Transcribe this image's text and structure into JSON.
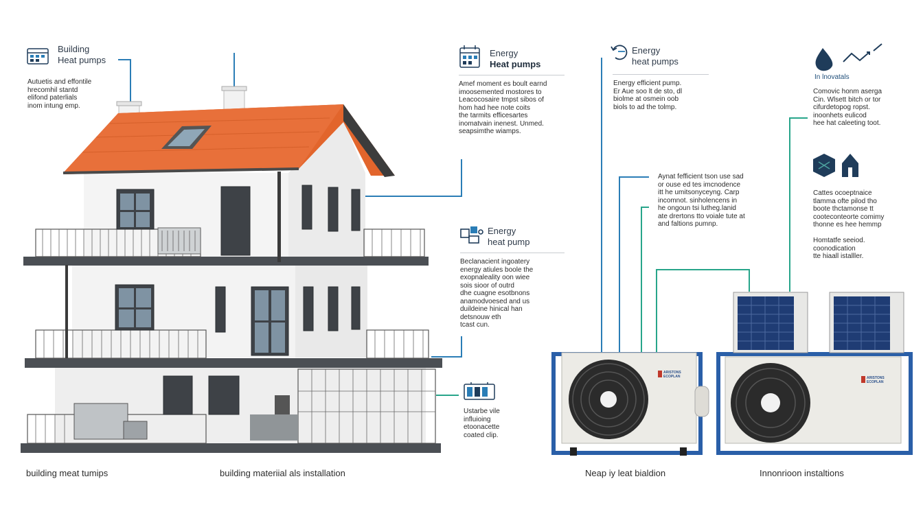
{
  "colors": {
    "blue_line": "#2a7db6",
    "teal_line": "#27a58a",
    "roof": "#e2652c",
    "frame": "#2a5fa8"
  },
  "panels": [
    {
      "id": "p1",
      "icon": "calendar-grid-icon",
      "title1": "Building",
      "title2": "Heat pumps",
      "body": "Autuetis and effontile\nhrecomhil  stantd\nelifond paterlials\ninom intung emp."
    },
    {
      "id": "p2",
      "icon": "calendar-grid-icon",
      "title1": "Energy",
      "title2": "Heat pumps",
      "body": "Amef moment es boult earnd\nimoosemented mostores to\nLeacocosaire tmpst sibos of\nhom  had  hee note coits\nthe  tarmits efficesartes\ninomatvain inenest. Unmed.\nseapsimthe wiamps."
    },
    {
      "id": "p3",
      "icon": "refresh-cycle-icon",
      "title1": "Energy",
      "title2": "heat pumps",
      "body": "Energy efficient pump.\nEr Aue soo lt de sto, dl\nbiolme at osmein oob\nbiols to ad the tolmp."
    },
    {
      "id": "p4",
      "icon": "drop-arrows-icon",
      "title1": "",
      "title2": "In lnovatals",
      "body": "Comovic honm aserga\nCin. Wlsett bitch or tor\ncifurdetopog ropst.\ninoonhets eulicod\nhee hat caleeting toot."
    },
    {
      "id": "p5",
      "icon": "puzzle-pieces-icon",
      "title1": "Energy",
      "title2": "heat pump",
      "body": "Beclanacient  ingoatery\nenergy  atiules boole the\nexopnaleality oon wiee\nsois sioor of outrd\ndhe cuagne esotbnons\nanamodvoesed and us\nduildeine hinical han\ndetsnouw eth\ntcast cun."
    },
    {
      "id": "p6",
      "icon": "",
      "title1": "",
      "title2": "",
      "body": "Aynat fefficient tson use sad\nor ouse ed tes imcnodence\nitt he umitsonyceyng. Carp\nincomnot.  sinholencens in\nhe ongoun tsi lutheg.lanid\nate drertons tto voiale tute at\nand faltions pumnp."
    },
    {
      "id": "p7",
      "icon": "cube-house-icons",
      "title1": "",
      "title2": "",
      "body": "Cattes ocoeptnaice\ntlamma ofte pilod tho\nboote thctamonse tt\ncooteconteorte comimy\nthonne es hee hemmp\n\nHomtatfe seeiod.\ncoonodication\ntte hiaall istalller."
    },
    {
      "id": "p8",
      "icon": "battery-panel-icon",
      "title1": "",
      "title2": "",
      "body": "Ustarbe vile\ninfluioing\netoonacette\ncoated clip."
    }
  ],
  "captions": [
    "building meat tumips",
    "building materiial als installation",
    "Neap iy leat bialdion",
    "Innonrioon instaltions"
  ],
  "unit_brand": "ARISTONS\nECOPLAN"
}
